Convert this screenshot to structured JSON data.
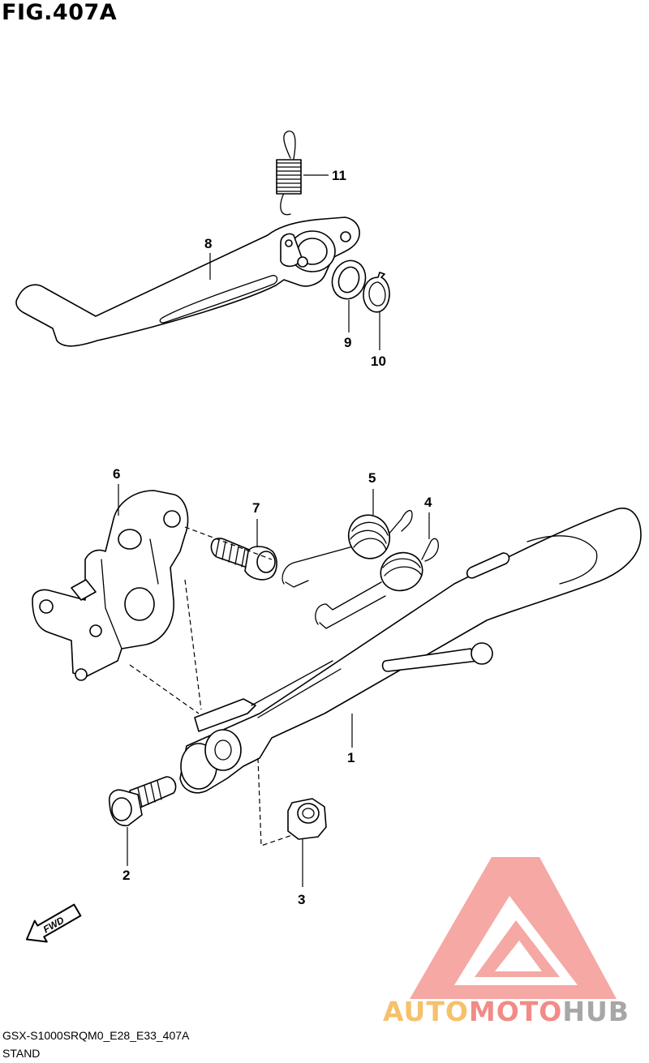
{
  "figure_title": "FIG.407A",
  "model_code": "GSX-S1000SRQM0_E28_E33_407A",
  "section_name": "STAND",
  "fwd_label": "FWD",
  "watermark": {
    "part1": "AUTO",
    "part2": "MOTO",
    "part3": "HUB",
    "colors": {
      "auto": "#f6c16a",
      "moto": "#f28b86",
      "hub": "#a7a7a7",
      "logo": "#f28b86"
    }
  },
  "callouts": {
    "c1": "1",
    "c2": "2",
    "c3": "3",
    "c4": "4",
    "c5": "5",
    "c6": "6",
    "c7": "7",
    "c8": "8",
    "c9": "9",
    "c10": "10",
    "c11": "11"
  }
}
